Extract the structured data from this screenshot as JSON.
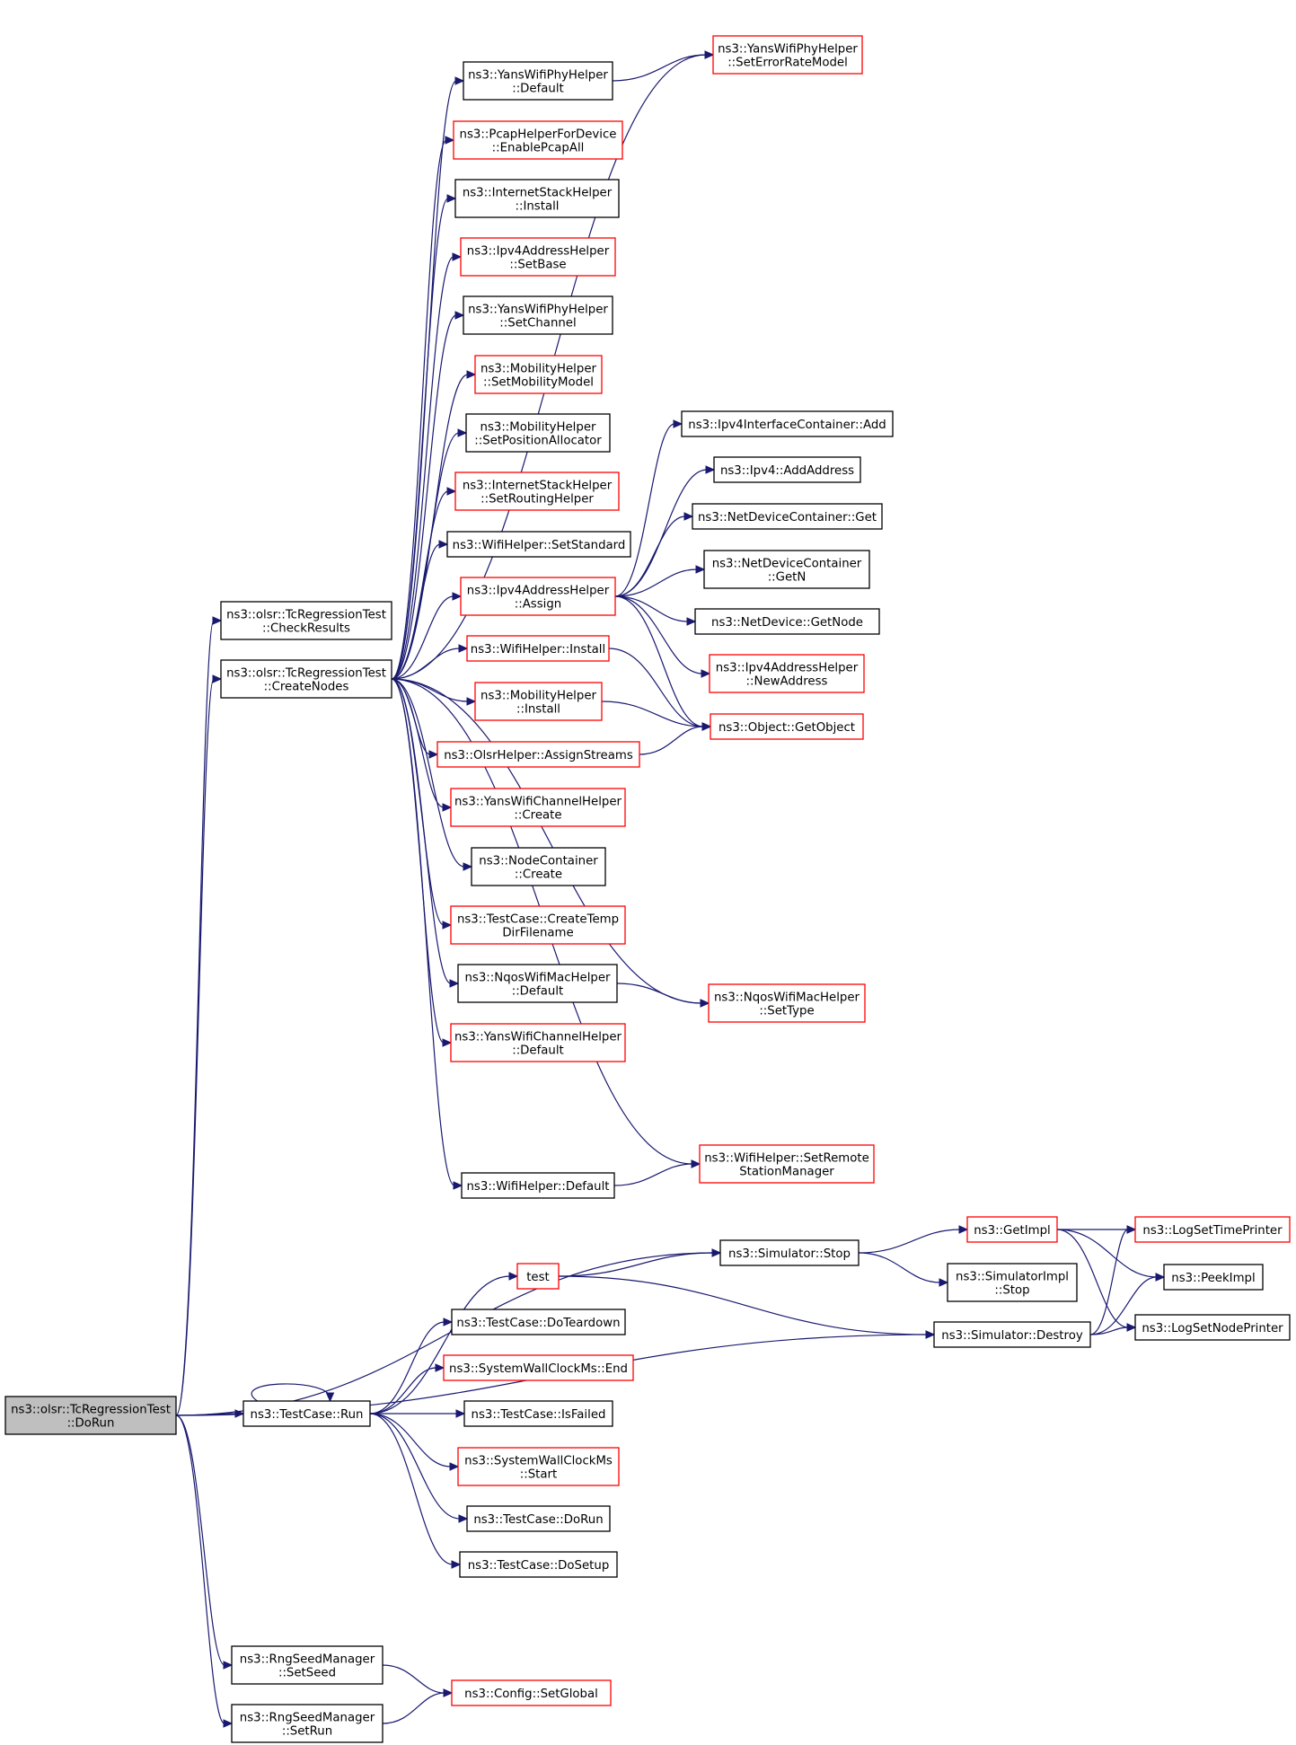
{
  "colors": {
    "edge": "#191970",
    "plain_border": "#000000",
    "truncated_border": "#ff0000",
    "root_fill": "#bfbfbf",
    "node_fill": "#ffffff"
  },
  "nodes": [
    {
      "id": "dorun_root",
      "lines": [
        "ns3::olsr::TcRegressionTest",
        "::DoRun"
      ],
      "style": "root"
    },
    {
      "id": "checkresults",
      "lines": [
        "ns3::olsr::TcRegressionTest",
        "::CheckResults"
      ],
      "style": "plain"
    },
    {
      "id": "createnodes",
      "lines": [
        "ns3::olsr::TcRegressionTest",
        "::CreateNodes"
      ],
      "style": "plain"
    },
    {
      "id": "yansphy_default",
      "lines": [
        "ns3::YansWifiPhyHelper",
        "::Default"
      ],
      "style": "plain"
    },
    {
      "id": "yansphy_seterr",
      "lines": [
        "ns3::YansWifiPhyHelper",
        "::SetErrorRateModel"
      ],
      "style": "truncated"
    },
    {
      "id": "pcap_enable",
      "lines": [
        "ns3::PcapHelperForDevice",
        "::EnablePcapAll"
      ],
      "style": "truncated"
    },
    {
      "id": "inet_install",
      "lines": [
        "ns3::InternetStackHelper",
        "::Install"
      ],
      "style": "plain"
    },
    {
      "id": "ipv4ah_setbase",
      "lines": [
        "ns3::Ipv4AddressHelper",
        "::SetBase"
      ],
      "style": "truncated"
    },
    {
      "id": "yansphy_setchannel",
      "lines": [
        "ns3::YansWifiPhyHelper",
        "::SetChannel"
      ],
      "style": "plain"
    },
    {
      "id": "mob_setmodel",
      "lines": [
        "ns3::MobilityHelper",
        "::SetMobilityModel"
      ],
      "style": "truncated"
    },
    {
      "id": "mob_setpos",
      "lines": [
        "ns3::MobilityHelper",
        "::SetPositionAllocator"
      ],
      "style": "plain"
    },
    {
      "id": "inet_setrouting",
      "lines": [
        "ns3::InternetStackHelper",
        "::SetRoutingHelper"
      ],
      "style": "truncated"
    },
    {
      "id": "wifi_setstd",
      "lines": [
        "ns3::WifiHelper::SetStandard"
      ],
      "style": "plain"
    },
    {
      "id": "ipv4ah_assign",
      "lines": [
        "ns3::Ipv4AddressHelper",
        "::Assign"
      ],
      "style": "truncated"
    },
    {
      "id": "wifi_install",
      "lines": [
        "ns3::WifiHelper::Install"
      ],
      "style": "truncated"
    },
    {
      "id": "mob_install",
      "lines": [
        "ns3::MobilityHelper",
        "::Install"
      ],
      "style": "truncated"
    },
    {
      "id": "olsr_assign",
      "lines": [
        "ns3::OlsrHelper::AssignStreams"
      ],
      "style": "truncated"
    },
    {
      "id": "yanschan_create",
      "lines": [
        "ns3::YansWifiChannelHelper",
        "::Create"
      ],
      "style": "truncated"
    },
    {
      "id": "nodecont_create",
      "lines": [
        "ns3::NodeContainer",
        "::Create"
      ],
      "style": "plain"
    },
    {
      "id": "tc_createtemp",
      "lines": [
        "ns3::TestCase::CreateTemp",
        "DirFilename"
      ],
      "style": "truncated"
    },
    {
      "id": "nqos_default",
      "lines": [
        "ns3::NqosWifiMacHelper",
        "::Default"
      ],
      "style": "plain"
    },
    {
      "id": "yanschan_default",
      "lines": [
        "ns3::YansWifiChannelHelper",
        "::Default"
      ],
      "style": "truncated"
    },
    {
      "id": "wifi_default",
      "lines": [
        "ns3::WifiHelper::Default"
      ],
      "style": "plain"
    },
    {
      "id": "ipv4ic_add",
      "lines": [
        "ns3::Ipv4InterfaceContainer::Add"
      ],
      "style": "plain"
    },
    {
      "id": "ipv4_addaddr",
      "lines": [
        "ns3::Ipv4::AddAddress"
      ],
      "style": "plain"
    },
    {
      "id": "ndc_get",
      "lines": [
        "ns3::NetDeviceContainer::Get"
      ],
      "style": "plain"
    },
    {
      "id": "ndc_getn",
      "lines": [
        "ns3::NetDeviceContainer",
        "::GetN"
      ],
      "style": "plain"
    },
    {
      "id": "nd_getnode",
      "lines": [
        "ns3::NetDevice::GetNode"
      ],
      "style": "plain"
    },
    {
      "id": "ipv4ah_newaddr",
      "lines": [
        "ns3::Ipv4AddressHelper",
        "::NewAddress"
      ],
      "style": "truncated"
    },
    {
      "id": "obj_getobject",
      "lines": [
        "ns3::Object::GetObject"
      ],
      "style": "truncated"
    },
    {
      "id": "nqos_settype",
      "lines": [
        "ns3::NqosWifiMacHelper",
        "::SetType"
      ],
      "style": "truncated"
    },
    {
      "id": "wifi_setremote",
      "lines": [
        "ns3::WifiHelper::SetRemote",
        "StationManager"
      ],
      "style": "truncated"
    },
    {
      "id": "sim_stop",
      "lines": [
        "ns3::Simulator::Stop"
      ],
      "style": "plain"
    },
    {
      "id": "getimpl",
      "lines": [
        "ns3::GetImpl"
      ],
      "style": "truncated"
    },
    {
      "id": "logsettime",
      "lines": [
        "ns3::LogSetTimePrinter"
      ],
      "style": "truncated"
    },
    {
      "id": "peekimpl",
      "lines": [
        "ns3::PeekImpl"
      ],
      "style": "plain"
    },
    {
      "id": "simimpl_stop",
      "lines": [
        "ns3::SimulatorImpl",
        "::Stop"
      ],
      "style": "plain"
    },
    {
      "id": "logsetnode",
      "lines": [
        "ns3::LogSetNodePrinter"
      ],
      "style": "plain"
    },
    {
      "id": "sim_destroy",
      "lines": [
        "ns3::Simulator::Destroy"
      ],
      "style": "plain"
    },
    {
      "id": "test",
      "lines": [
        "test"
      ],
      "style": "truncated"
    },
    {
      "id": "tc_run",
      "lines": [
        "ns3::TestCase::Run"
      ],
      "style": "plain"
    },
    {
      "id": "tc_teardown",
      "lines": [
        "ns3::TestCase::DoTeardown"
      ],
      "style": "plain"
    },
    {
      "id": "swc_end",
      "lines": [
        "ns3::SystemWallClockMs::End"
      ],
      "style": "truncated"
    },
    {
      "id": "tc_isfailed",
      "lines": [
        "ns3::TestCase::IsFailed"
      ],
      "style": "plain"
    },
    {
      "id": "swc_start",
      "lines": [
        "ns3::SystemWallClockMs",
        "::Start"
      ],
      "style": "truncated"
    },
    {
      "id": "tc_dorun",
      "lines": [
        "ns3::TestCase::DoRun"
      ],
      "style": "plain"
    },
    {
      "id": "tc_dosetup",
      "lines": [
        "ns3::TestCase::DoSetup"
      ],
      "style": "plain"
    },
    {
      "id": "rng_setseed",
      "lines": [
        "ns3::RngSeedManager",
        "::SetSeed"
      ],
      "style": "plain"
    },
    {
      "id": "rng_setrun",
      "lines": [
        "ns3::RngSeedManager",
        "::SetRun"
      ],
      "style": "plain"
    },
    {
      "id": "cfg_setglobal",
      "lines": [
        "ns3::Config::SetGlobal"
      ],
      "style": "truncated"
    }
  ],
  "edges": [
    {
      "from": "dorun_root",
      "to": "checkresults"
    },
    {
      "from": "dorun_root",
      "to": "createnodes"
    },
    {
      "from": "dorun_root",
      "to": "sim_stop"
    },
    {
      "from": "dorun_root",
      "to": "tc_run"
    },
    {
      "from": "dorun_root",
      "to": "sim_destroy"
    },
    {
      "from": "dorun_root",
      "to": "rng_setseed"
    },
    {
      "from": "dorun_root",
      "to": "rng_setrun"
    },
    {
      "from": "createnodes",
      "to": "yansphy_default"
    },
    {
      "from": "createnodes",
      "to": "yansphy_seterr"
    },
    {
      "from": "createnodes",
      "to": "pcap_enable"
    },
    {
      "from": "createnodes",
      "to": "inet_install"
    },
    {
      "from": "createnodes",
      "to": "ipv4ah_setbase"
    },
    {
      "from": "createnodes",
      "to": "yansphy_setchannel"
    },
    {
      "from": "createnodes",
      "to": "mob_setmodel"
    },
    {
      "from": "createnodes",
      "to": "mob_setpos"
    },
    {
      "from": "createnodes",
      "to": "inet_setrouting"
    },
    {
      "from": "createnodes",
      "to": "wifi_setstd"
    },
    {
      "from": "createnodes",
      "to": "ipv4ah_assign"
    },
    {
      "from": "createnodes",
      "to": "wifi_install"
    },
    {
      "from": "createnodes",
      "to": "mob_install"
    },
    {
      "from": "createnodes",
      "to": "olsr_assign"
    },
    {
      "from": "createnodes",
      "to": "yanschan_create"
    },
    {
      "from": "createnodes",
      "to": "nodecont_create"
    },
    {
      "from": "createnodes",
      "to": "tc_createtemp"
    },
    {
      "from": "createnodes",
      "to": "nqos_settype"
    },
    {
      "from": "createnodes",
      "to": "nqos_default"
    },
    {
      "from": "createnodes",
      "to": "yanschan_default"
    },
    {
      "from": "createnodes",
      "to": "wifi_setremote"
    },
    {
      "from": "createnodes",
      "to": "wifi_default"
    },
    {
      "from": "yansphy_default",
      "to": "yansphy_seterr"
    },
    {
      "from": "ipv4ah_assign",
      "to": "ipv4ic_add"
    },
    {
      "from": "ipv4ah_assign",
      "to": "ipv4_addaddr"
    },
    {
      "from": "ipv4ah_assign",
      "to": "ndc_get"
    },
    {
      "from": "ipv4ah_assign",
      "to": "ndc_getn"
    },
    {
      "from": "ipv4ah_assign",
      "to": "nd_getnode"
    },
    {
      "from": "ipv4ah_assign",
      "to": "ipv4ah_newaddr"
    },
    {
      "from": "ipv4ah_assign",
      "to": "obj_getobject"
    },
    {
      "from": "wifi_install",
      "to": "obj_getobject"
    },
    {
      "from": "mob_install",
      "to": "obj_getobject"
    },
    {
      "from": "olsr_assign",
      "to": "obj_getobject"
    },
    {
      "from": "nqos_default",
      "to": "nqos_settype"
    },
    {
      "from": "wifi_default",
      "to": "wifi_setremote"
    },
    {
      "from": "sim_stop",
      "to": "getimpl"
    },
    {
      "from": "sim_stop",
      "to": "simimpl_stop"
    },
    {
      "from": "getimpl",
      "to": "logsettime"
    },
    {
      "from": "getimpl",
      "to": "peekimpl"
    },
    {
      "from": "getimpl",
      "to": "logsetnode"
    },
    {
      "from": "sim_destroy",
      "to": "logsettime"
    },
    {
      "from": "sim_destroy",
      "to": "peekimpl"
    },
    {
      "from": "sim_destroy",
      "to": "logsetnode"
    },
    {
      "from": "test",
      "to": "sim_stop"
    },
    {
      "from": "test",
      "to": "sim_destroy"
    },
    {
      "from": "tc_run",
      "to": "tc_run"
    },
    {
      "from": "tc_run",
      "to": "test"
    },
    {
      "from": "tc_run",
      "to": "tc_teardown"
    },
    {
      "from": "tc_run",
      "to": "swc_end"
    },
    {
      "from": "tc_run",
      "to": "tc_isfailed"
    },
    {
      "from": "tc_run",
      "to": "swc_start"
    },
    {
      "from": "tc_run",
      "to": "tc_dorun"
    },
    {
      "from": "tc_run",
      "to": "tc_dosetup"
    },
    {
      "from": "rng_setseed",
      "to": "cfg_setglobal"
    },
    {
      "from": "rng_setrun",
      "to": "cfg_setglobal"
    }
  ]
}
